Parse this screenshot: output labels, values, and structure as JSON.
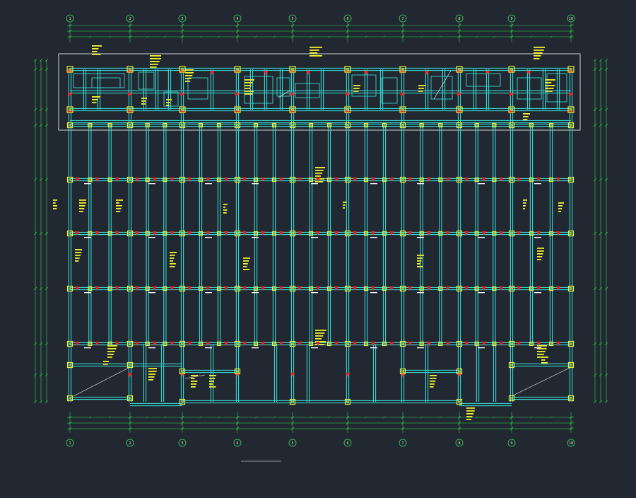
{
  "axes": {
    "columns": [
      "1",
      "2",
      "3",
      "4",
      "5",
      "6",
      "7",
      "8",
      "9",
      "10"
    ],
    "rows": []
  },
  "drawing": {
    "title": "",
    "notes_heading": "",
    "notes": []
  },
  "colors": {
    "background": "#222831",
    "beam": "#35d6d0",
    "column": "#e8ee34",
    "rebar": "#ff1a1a",
    "dimension": "#2bd94a",
    "annotation": "#f2f22e",
    "axis": "#37d65a",
    "border": "#ffffff"
  }
}
